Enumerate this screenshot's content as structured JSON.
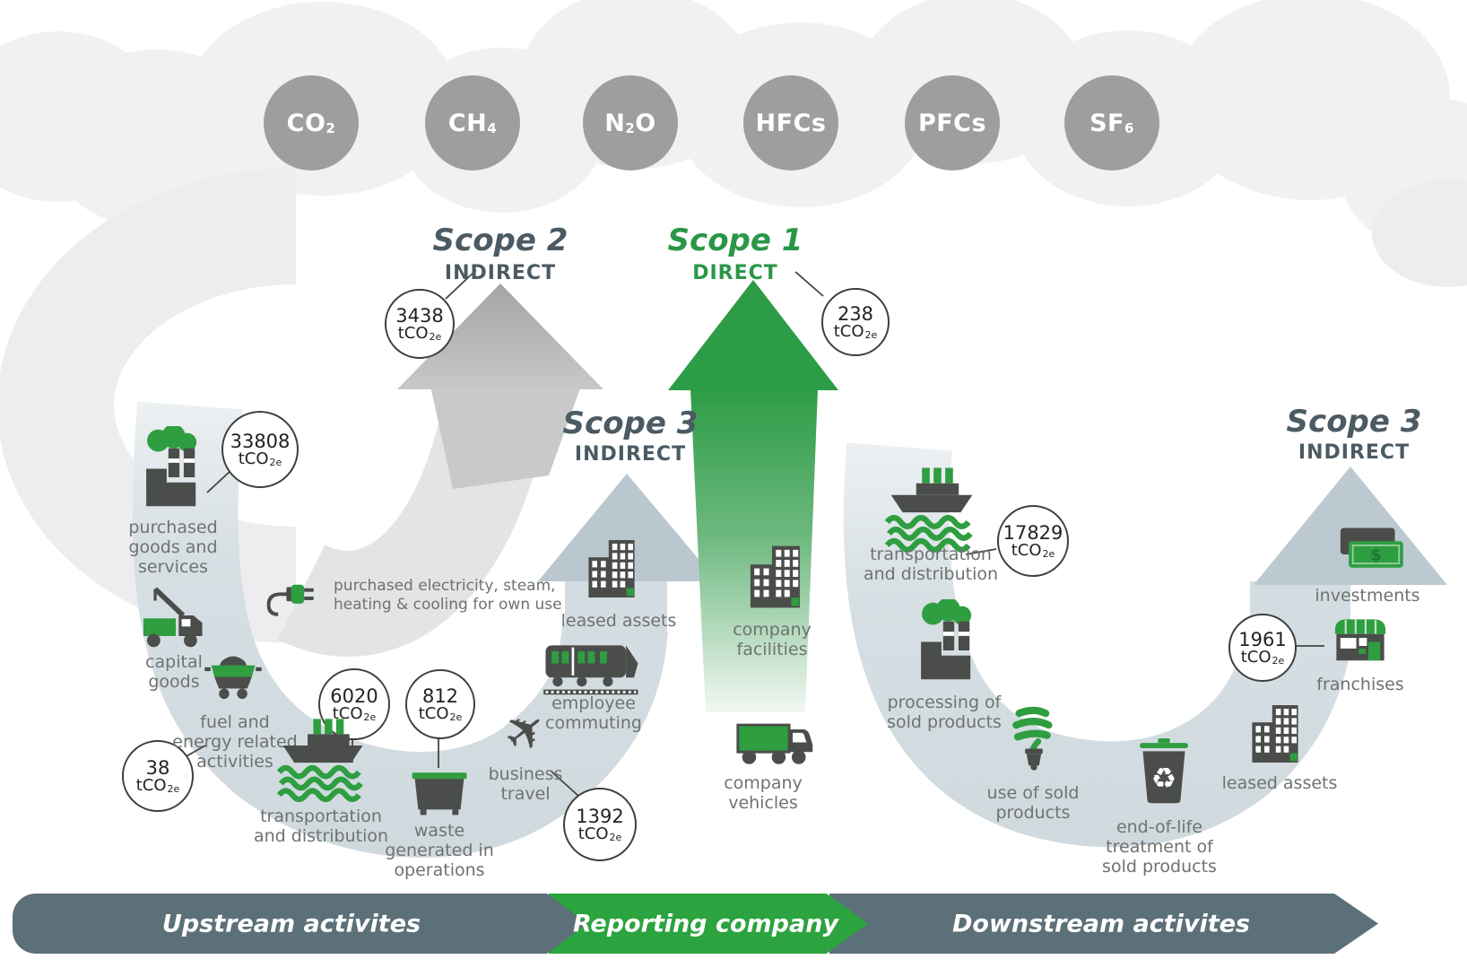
{
  "colors": {
    "green": "#2f9e41",
    "dark_icon": "#4b4d4b",
    "slate_bar": "#5c7079",
    "bar_green": "#2ba33e",
    "band": "#d6dfe3",
    "scope_text": "#4b5a63",
    "scope1_green": "#2a9747",
    "gas_circle": "#9c9ea0",
    "label_text": "#6f7271"
  },
  "gases": [
    {
      "id": "co2",
      "pre": "CO",
      "sub": "2",
      "post": ""
    },
    {
      "id": "ch4",
      "pre": "CH",
      "sub": "4",
      "post": ""
    },
    {
      "id": "n2o",
      "pre": "N",
      "sub": "2",
      "post": "O"
    },
    {
      "id": "hfcs",
      "pre": "HFCs",
      "sub": "",
      "post": ""
    },
    {
      "id": "pfcs",
      "pre": "PFCs",
      "sub": "",
      "post": ""
    },
    {
      "id": "sf6",
      "pre": "SF",
      "sub": "6",
      "post": ""
    }
  ],
  "scopes": {
    "scope2": {
      "title": "Scope 2",
      "type": "INDIRECT"
    },
    "scope1": {
      "title": "Scope 1",
      "type": "DIRECT"
    },
    "scope3_upstream": {
      "title": "Scope 3",
      "type": "INDIRECT"
    },
    "scope3_downstream": {
      "title": "Scope 3",
      "type": "INDIRECT"
    }
  },
  "badges": {
    "b3438": {
      "value": "3438",
      "unit": "tCO",
      "unit_sub": "2e"
    },
    "b238": {
      "value": "238",
      "unit": "tCO",
      "unit_sub": "2e"
    },
    "b33808": {
      "value": "33808",
      "unit": "tCO",
      "unit_sub": "2e"
    },
    "b38": {
      "value": "38",
      "unit": "tCO",
      "unit_sub": "2e"
    },
    "b6020": {
      "value": "6020",
      "unit": "tCO",
      "unit_sub": "2e"
    },
    "b812": {
      "value": "812",
      "unit": "tCO",
      "unit_sub": "2e"
    },
    "b1392": {
      "value": "1392",
      "unit": "tCO",
      "unit_sub": "2e"
    },
    "b17829": {
      "value": "17829",
      "unit": "tCO",
      "unit_sub": "2e"
    },
    "b1961": {
      "value": "1961",
      "unit": "tCO",
      "unit_sub": "2e"
    }
  },
  "upstream": {
    "region_label": "Upstream activites",
    "items": [
      {
        "label": "purchased\ngoods and\nservices"
      },
      {
        "label": "capital\ngoods"
      },
      {
        "label": "fuel and\nenergy related\nactivities"
      },
      {
        "label": "transportation\nand distribution"
      },
      {
        "label": "waste\ngenerated in\noperations"
      },
      {
        "label": "business\ntravel"
      },
      {
        "label": "employee\ncommuting"
      },
      {
        "label": "leased assets"
      },
      {
        "label": "purchased electricity, steam,\nheating & cooling for own use"
      }
    ]
  },
  "reporting_company": {
    "region_label": "Reporting company",
    "items": [
      {
        "label": "company\nfacilities"
      },
      {
        "label": "company\nvehicles"
      }
    ]
  },
  "downstream": {
    "region_label": "Downstream activites",
    "items": [
      {
        "label": "transportation\nand distribution"
      },
      {
        "label": "processing of\nsold products"
      },
      {
        "label": "use of sold\nproducts"
      },
      {
        "label": "end-of-life\ntreatment of\nsold products"
      },
      {
        "label": "leased assets"
      },
      {
        "label": "franchises"
      },
      {
        "label": "investments"
      }
    ]
  }
}
